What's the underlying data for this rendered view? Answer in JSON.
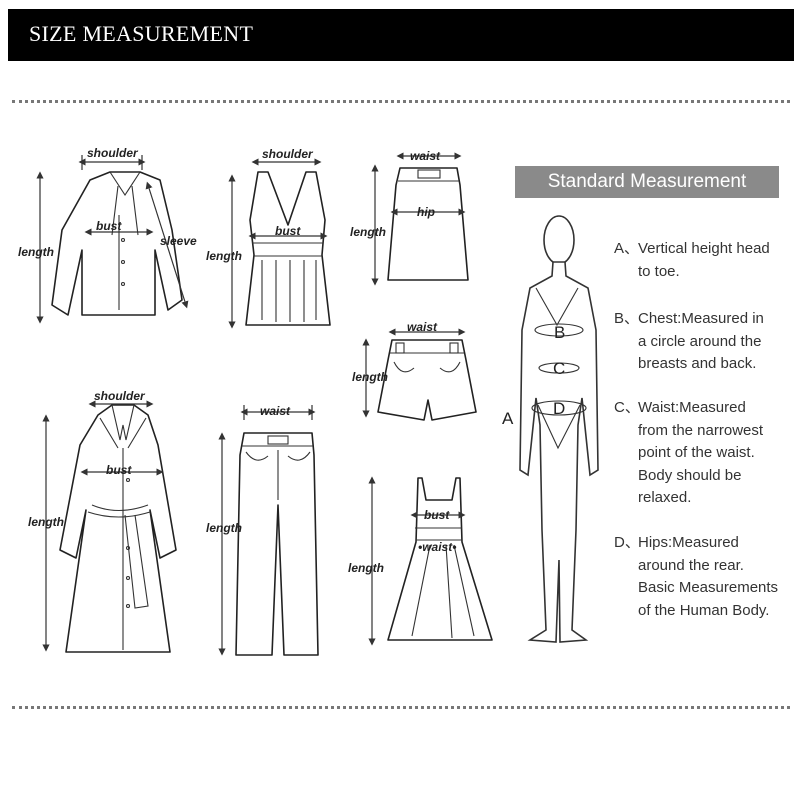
{
  "header": {
    "title": "SIZE MEASUREMENT"
  },
  "labels": {
    "shoulder": "shoulder",
    "bust": "bust",
    "length": "length",
    "sleeve": "sleeve",
    "waist": "waist",
    "hip": "hip",
    "waist_star": "•waist•"
  },
  "standard": {
    "title": "Standard Measurement",
    "figure_letters": [
      "A",
      "B",
      "C",
      "D"
    ],
    "definitions": [
      {
        "key": "A、",
        "lines": [
          "Vertical height head",
          "to toe."
        ]
      },
      {
        "key": "B、",
        "lines": [
          "Chest:Measured in",
          "a circle around the",
          "breasts and back."
        ]
      },
      {
        "key": "C、",
        "lines": [
          "Waist:Measured",
          "from the narrowest",
          "point of the waist.",
          "Body should be",
          "relaxed."
        ]
      },
      {
        "key": "D、",
        "lines": [
          "Hips:Measured",
          "around the rear.",
          "Basic Measurements",
          "of the Human Body."
        ]
      }
    ]
  },
  "colors": {
    "header_bg": "#000000",
    "banner_bg": "#8a8a8a",
    "line": "#222222"
  }
}
